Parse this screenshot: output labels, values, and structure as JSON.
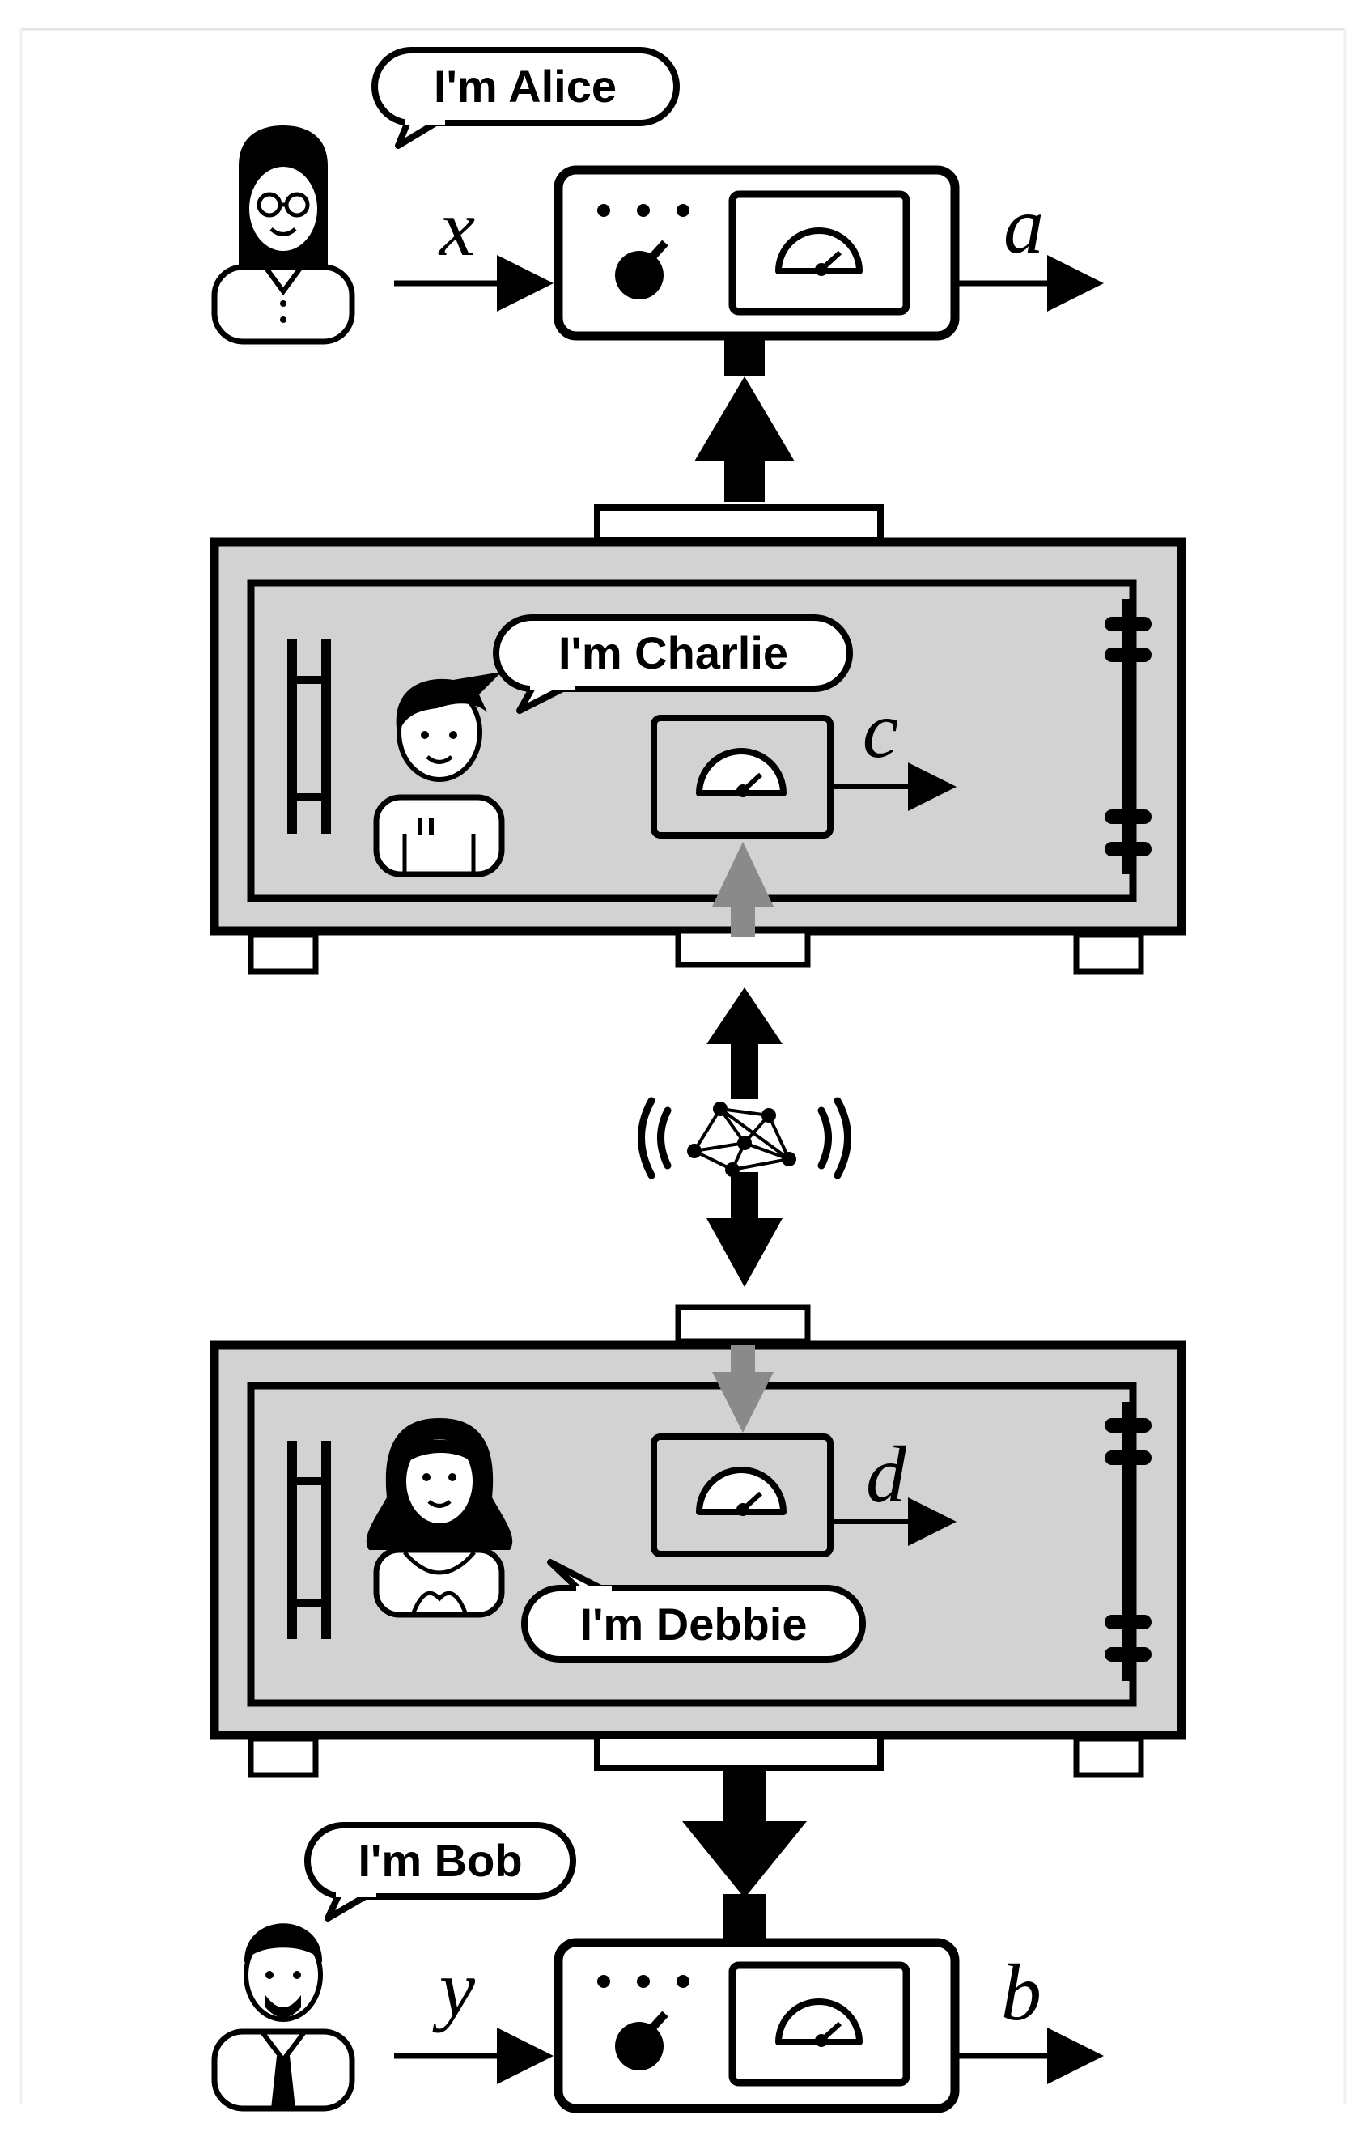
{
  "figure": {
    "speech": {
      "alice": "I'm Alice",
      "charlie": "I'm Charlie",
      "debbie": "I'm Debbie",
      "bob": "I'm Bob"
    },
    "variables": {
      "alice_input": "x",
      "alice_output": "a",
      "charlie_output": "c",
      "debbie_output": "d",
      "bob_input": "y",
      "bob_output": "b"
    }
  }
}
